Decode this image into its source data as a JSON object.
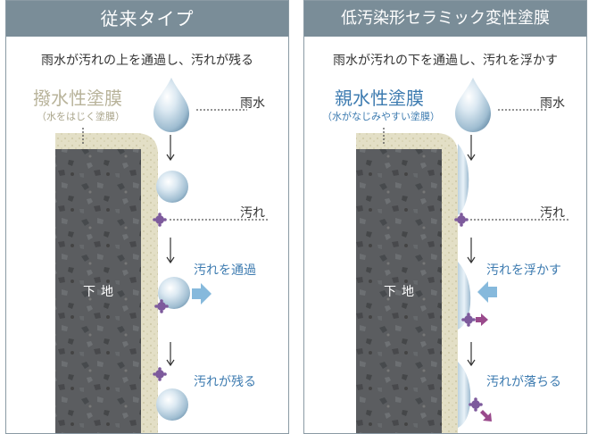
{
  "colors": {
    "header_bg": "#7a8d98",
    "concrete": "#5b5d60",
    "coating": "#e3dfc6",
    "droplet": "#c8dbe8",
    "stain": "#7d5a9c",
    "arrow_blue": "#86b9dc",
    "blue_text": "#3d7bb0"
  },
  "left": {
    "title": "従来タイプ",
    "subtitle": "雨水が汚れの上を通過し、汚れが残る",
    "coating_name": "撥水性塗膜",
    "coating_note": "（水をはじく塗膜）",
    "label_rain": "雨水",
    "label_dirt": "汚れ",
    "step_pass": "汚れを通過",
    "step_remain": "汚れが残る",
    "substrate": "下地"
  },
  "right": {
    "title": "低汚染形セラミック変性塗膜",
    "subtitle": "雨水が汚れの下を通過し、汚れを浮かす",
    "coating_name": "親水性塗膜",
    "coating_note": "（水がなじみやすい塗膜）",
    "label_rain": "雨水",
    "label_dirt": "汚れ",
    "step_lift": "汚れを浮かす",
    "step_fall": "汚れが落ちる",
    "substrate": "下地"
  }
}
